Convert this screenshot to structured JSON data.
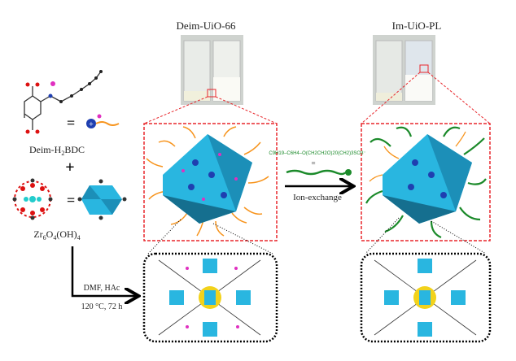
{
  "titles": {
    "left_material": "Deim-UiO-66",
    "right_material": "Im-UiO-PL"
  },
  "reactants": {
    "linker": "Deim-H",
    "linker_sub": "2",
    "linker_tail": "BDC",
    "plus": "+",
    "cluster_parts": [
      "Zr",
      "6",
      "O",
      "4",
      "(OH)",
      "4"
    ],
    "equals": "="
  },
  "synthesis": {
    "line1": "DMF, HAc",
    "line2": "120 °C, 72 h"
  },
  "ion_exchange": {
    "label": "Ion-exchange",
    "surfactant_formula": "C9H19–C6H4–O(CH2CH2O)20(CH2)3SO3⁻",
    "equals": "="
  },
  "colors": {
    "red_dash": "#e8262b",
    "orange_chain": "#f7941d",
    "green_chain": "#1b8a2a",
    "octahedron": "#29b6e0",
    "cation": "#1f3fb0"
  }
}
